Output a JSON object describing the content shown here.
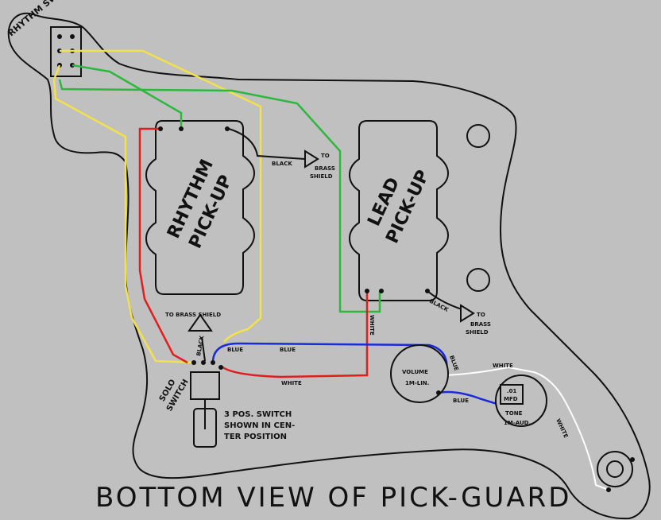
{
  "title": "BOTTOM VIEW OF PICK-GUARD",
  "colors": {
    "background": "#c0c0c0",
    "pickguard": "#c0c0c0",
    "outline": "#111111",
    "wire_yellow": "#f2e14a",
    "wire_green": "#2db83d",
    "wire_red": "#e01e1e",
    "wire_blue": "#1b2bd6",
    "wire_white": "#ffffff",
    "wire_black": "#111111"
  },
  "labels": {
    "rhythm_switch": "RHYTHM SWITCH",
    "rhythm_pickup_line1": "RHYTHM",
    "rhythm_pickup_line2": "PICK-UP",
    "lead_pickup_line1": "LEAD",
    "lead_pickup_line2": "PICK-UP",
    "black_1": "BLACK",
    "to_brass_shield_1_line1": "TO",
    "to_brass_shield_1_line2": "BRASS",
    "to_brass_shield_1_line3": "SHIELD",
    "black_2": "BLACK",
    "to_brass_shield_2_line1": "TO",
    "to_brass_shield_2_line2": "BRASS",
    "to_brass_shield_2_line3": "SHIELD",
    "white_lead": "WHITE",
    "to_brass_shield_3": "TO BRASS SHIELD",
    "black_3": "BLACK",
    "blue_1": "BLUE",
    "blue_2": "BLUE",
    "blue_3": "BLUE",
    "blue_4": "BLUE",
    "white_solo": "WHITE",
    "white_tone": "WHITE",
    "white_jack": "WHITE",
    "volume_line1": "VOLUME",
    "volume_line2": "1M-LIN.",
    "tone_cap_line1": ".01",
    "tone_cap_line2": "MFD",
    "tone_line1": "TONE",
    "tone_line2": "1M-AUD.",
    "solo_switch_line1": "SOLO",
    "solo_switch_line2": "SWITCH",
    "note_line1": "3 POS. SWITCH",
    "note_line2": "SHOWN IN CEN-",
    "note_line3": "TER POSITION"
  }
}
